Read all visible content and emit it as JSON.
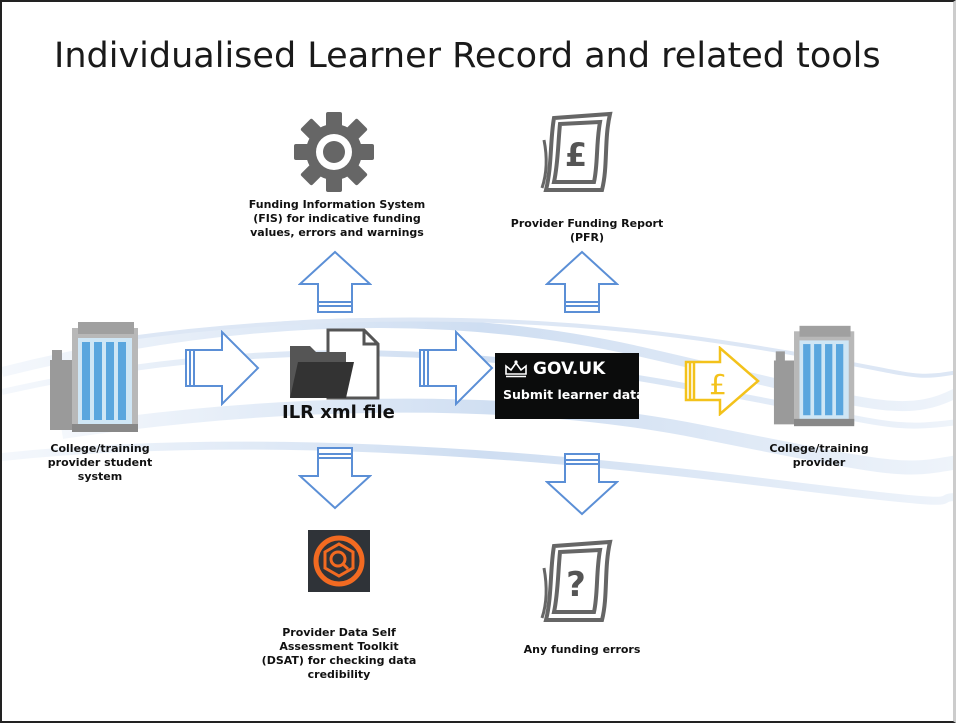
{
  "slide": {
    "title": "Individualised Learner Record and related tools"
  },
  "nodes": {
    "fis": {
      "label": "Funding Information System (FIS) for indicative funding values, errors and warnings"
    },
    "pfr": {
      "label": "Provider Funding Report (PFR)"
    },
    "student_system": {
      "label": "College/training provider student system"
    },
    "ilr_file": {
      "label": "ILR xml file"
    },
    "gov_service": {
      "brand": "GOV.UK",
      "service": "Submit learner data"
    },
    "provider": {
      "label": "College/training provider"
    },
    "dsat": {
      "label": "Provider Data Self Assessment Toolkit (DSAT) for checking data credibility"
    },
    "errors": {
      "label": "Any funding errors"
    }
  },
  "icons": {
    "gear": "gear-icon",
    "pound_document": "pound-document-icon",
    "building": "building-icon",
    "folder": "folder-icon",
    "crown": "crown-icon",
    "pound_arrow": "pound-arrow-icon",
    "dsat_logo": "dsat-logo-icon",
    "question_document": "question-document-icon"
  },
  "colors": {
    "arrow_outline": "#5b8fd6",
    "gold_arrow": "#f3c21b",
    "gov_black": "#0b0c0c",
    "dsat_orange": "#f26a21",
    "icon_gray": "#666666"
  }
}
